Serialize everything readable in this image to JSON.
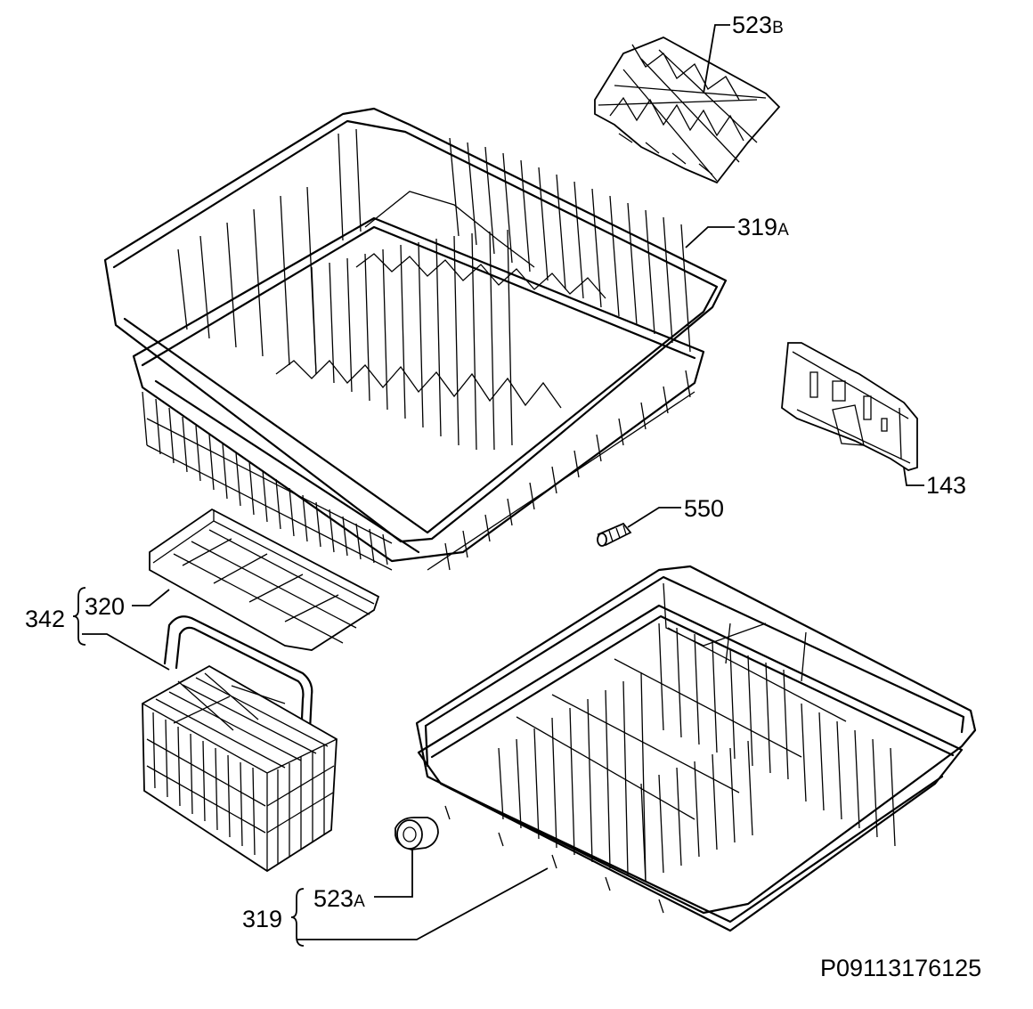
{
  "labels": {
    "upper_plate_rack": {
      "num": "523",
      "suffix": "B"
    },
    "upper_basket": {
      "num": "319",
      "suffix": "A"
    },
    "rail_bracket": {
      "num": "143"
    },
    "pin": {
      "num": "550"
    },
    "cutlery_group": {
      "num": "342"
    },
    "cutlery_lid": {
      "num": "320"
    },
    "lower_basket": {
      "num": "319"
    },
    "wheel": {
      "num": "523",
      "suffix": "A"
    }
  },
  "drawing_code": "P09113176125"
}
